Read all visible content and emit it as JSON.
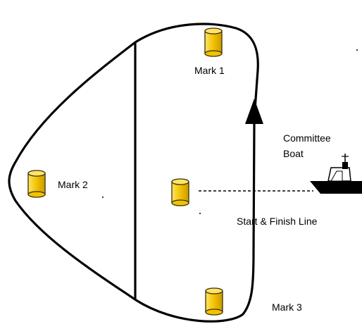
{
  "diagram": {
    "marks": {
      "mark1": "Mark 1",
      "mark2": "Mark 2",
      "mark3": "Mark 3"
    },
    "committee_boat": {
      "line1": "Committee",
      "line2": "Boat"
    },
    "start_finish_label": "Start & Finish Line"
  },
  "colors": {
    "buoy_fill": "#f2c200",
    "buoy_stroke": "#3a3000",
    "course_line": "#000000",
    "boat": "#000000"
  }
}
